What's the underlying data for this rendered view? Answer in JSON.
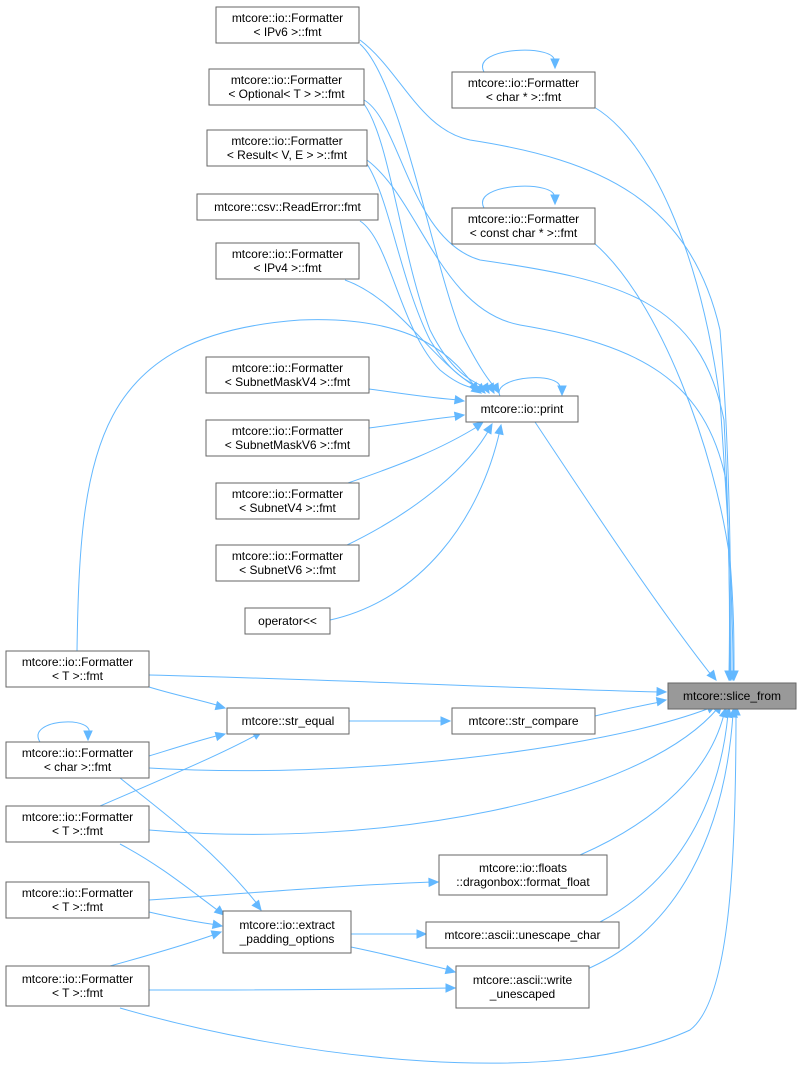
{
  "diagram": {
    "focus_node": "slice_from",
    "colors": {
      "edge": "#63b8ff",
      "node_border": "#666666",
      "focus_fill": "#999999"
    },
    "nodes": [
      {
        "id": "slice_from",
        "lines": [
          "mtcore::slice_from"
        ],
        "focus": true
      },
      {
        "id": "fmt_ipv6",
        "lines": [
          "mtcore::io::Formatter",
          "< IPv6 >::fmt"
        ]
      },
      {
        "id": "fmt_optional",
        "lines": [
          "mtcore::io::Formatter",
          "< Optional< T > >::fmt"
        ]
      },
      {
        "id": "fmt_result",
        "lines": [
          "mtcore::io::Formatter",
          "< Result< V, E > >::fmt"
        ]
      },
      {
        "id": "csv_readerror",
        "lines": [
          "mtcore::csv::ReadError::fmt"
        ]
      },
      {
        "id": "fmt_ipv4",
        "lines": [
          "mtcore::io::Formatter",
          "< IPv4 >::fmt"
        ]
      },
      {
        "id": "fmt_subnetmaskv4",
        "lines": [
          "mtcore::io::Formatter",
          "< SubnetMaskV4 >::fmt"
        ]
      },
      {
        "id": "fmt_subnetmaskv6",
        "lines": [
          "mtcore::io::Formatter",
          "< SubnetMaskV6 >::fmt"
        ]
      },
      {
        "id": "fmt_subnetv4",
        "lines": [
          "mtcore::io::Formatter",
          "< SubnetV4 >::fmt"
        ]
      },
      {
        "id": "fmt_subnetv6",
        "lines": [
          "mtcore::io::Formatter",
          "< SubnetV6 >::fmt"
        ]
      },
      {
        "id": "operator_shl",
        "lines": [
          "operator<<"
        ]
      },
      {
        "id": "fmt_charptr",
        "lines": [
          "mtcore::io::Formatter",
          "< char * >::fmt"
        ]
      },
      {
        "id": "fmt_constcharptr",
        "lines": [
          "mtcore::io::Formatter",
          "< const char * >::fmt"
        ]
      },
      {
        "id": "io_print",
        "lines": [
          "mtcore::io::print"
        ]
      },
      {
        "id": "fmt_T_1",
        "lines": [
          "mtcore::io::Formatter",
          "< T >::fmt"
        ]
      },
      {
        "id": "str_equal",
        "lines": [
          "mtcore::str_equal"
        ]
      },
      {
        "id": "str_compare",
        "lines": [
          "mtcore::str_compare"
        ]
      },
      {
        "id": "fmt_char",
        "lines": [
          "mtcore::io::Formatter",
          "< char >::fmt"
        ]
      },
      {
        "id": "fmt_T_2",
        "lines": [
          "mtcore::io::Formatter",
          "< T >::fmt"
        ]
      },
      {
        "id": "format_float",
        "lines": [
          "mtcore::io::floats",
          "::dragonbox::format_float"
        ]
      },
      {
        "id": "fmt_T_3",
        "lines": [
          "mtcore::io::Formatter",
          "< T >::fmt"
        ]
      },
      {
        "id": "extract_padding",
        "lines": [
          "mtcore::io::extract",
          "_padding_options"
        ]
      },
      {
        "id": "unescape_char",
        "lines": [
          "mtcore::ascii::unescape_char"
        ]
      },
      {
        "id": "fmt_T_4",
        "lines": [
          "mtcore::io::Formatter",
          "< T >::fmt"
        ]
      },
      {
        "id": "write_unescaped",
        "lines": [
          "mtcore::ascii::write",
          "_unescaped"
        ]
      }
    ],
    "edges": [
      {
        "from": "fmt_ipv6",
        "to": "io_print"
      },
      {
        "from": "fmt_ipv6",
        "to": "slice_from"
      },
      {
        "from": "fmt_optional",
        "to": "io_print"
      },
      {
        "from": "fmt_optional",
        "to": "slice_from"
      },
      {
        "from": "fmt_result",
        "to": "io_print"
      },
      {
        "from": "fmt_result",
        "to": "slice_from"
      },
      {
        "from": "csv_readerror",
        "to": "io_print"
      },
      {
        "from": "fmt_ipv4",
        "to": "io_print"
      },
      {
        "from": "fmt_subnetmaskv4",
        "to": "io_print"
      },
      {
        "from": "fmt_subnetmaskv6",
        "to": "io_print"
      },
      {
        "from": "fmt_subnetv4",
        "to": "io_print"
      },
      {
        "from": "fmt_subnetv6",
        "to": "io_print"
      },
      {
        "from": "operator_shl",
        "to": "io_print"
      },
      {
        "from": "fmt_T_1",
        "to": "io_print"
      },
      {
        "from": "io_print",
        "to": "io_print"
      },
      {
        "from": "fmt_charptr",
        "to": "fmt_charptr"
      },
      {
        "from": "fmt_charptr",
        "to": "slice_from"
      },
      {
        "from": "fmt_constcharptr",
        "to": "fmt_constcharptr"
      },
      {
        "from": "fmt_constcharptr",
        "to": "slice_from"
      },
      {
        "from": "io_print",
        "to": "slice_from"
      },
      {
        "from": "fmt_T_1",
        "to": "slice_from"
      },
      {
        "from": "fmt_T_1",
        "to": "str_equal"
      },
      {
        "from": "str_equal",
        "to": "str_compare"
      },
      {
        "from": "str_compare",
        "to": "slice_from"
      },
      {
        "from": "fmt_char",
        "to": "fmt_char"
      },
      {
        "from": "fmt_char",
        "to": "str_equal"
      },
      {
        "from": "fmt_char",
        "to": "slice_from"
      },
      {
        "from": "fmt_char",
        "to": "extract_padding"
      },
      {
        "from": "fmt_T_2",
        "to": "str_equal"
      },
      {
        "from": "fmt_T_2",
        "to": "slice_from"
      },
      {
        "from": "fmt_T_2",
        "to": "extract_padding"
      },
      {
        "from": "fmt_T_3",
        "to": "format_float"
      },
      {
        "from": "fmt_T_3",
        "to": "extract_padding"
      },
      {
        "from": "format_float",
        "to": "slice_from"
      },
      {
        "from": "extract_padding",
        "to": "unescape_char"
      },
      {
        "from": "extract_padding",
        "to": "write_unescaped"
      },
      {
        "from": "unescape_char",
        "to": "slice_from"
      },
      {
        "from": "fmt_T_4",
        "to": "extract_padding"
      },
      {
        "from": "fmt_T_4",
        "to": "write_unescaped"
      },
      {
        "from": "fmt_T_4",
        "to": "slice_from"
      },
      {
        "from": "write_unescaped",
        "to": "slice_from"
      }
    ]
  }
}
